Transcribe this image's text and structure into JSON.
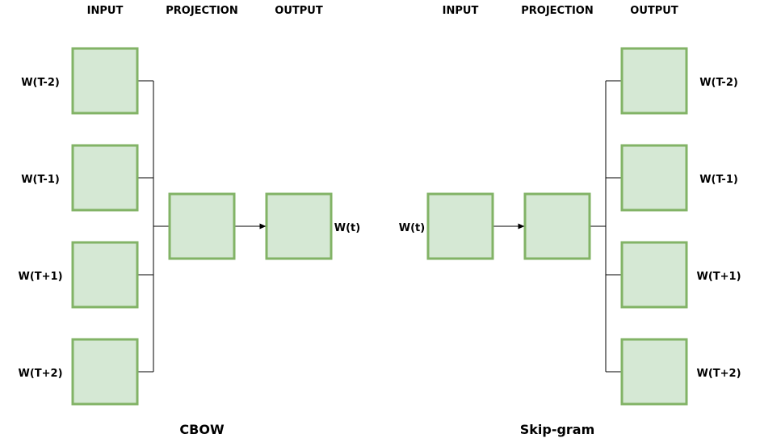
{
  "colors": {
    "box_fill": "#d5e8d4",
    "box_stroke": "#82b366",
    "line": "#000000"
  },
  "cbow": {
    "headers": {
      "input": "INPUT",
      "projection": "PROJECTION",
      "output": "OUTPUT"
    },
    "inputs": [
      "W(T-2)",
      "W(T-1)",
      "W(T+1)",
      "W(T+2)"
    ],
    "output": "W(t)",
    "caption": "CBOW"
  },
  "skipgram": {
    "headers": {
      "input": "INPUT",
      "projection": "PROJECTION",
      "output": "OUTPUT"
    },
    "input": "W(t)",
    "outputs": [
      "W(T-2)",
      "W(T-1)",
      "W(T+1)",
      "W(T+2)"
    ],
    "caption": "Skip-gram"
  }
}
